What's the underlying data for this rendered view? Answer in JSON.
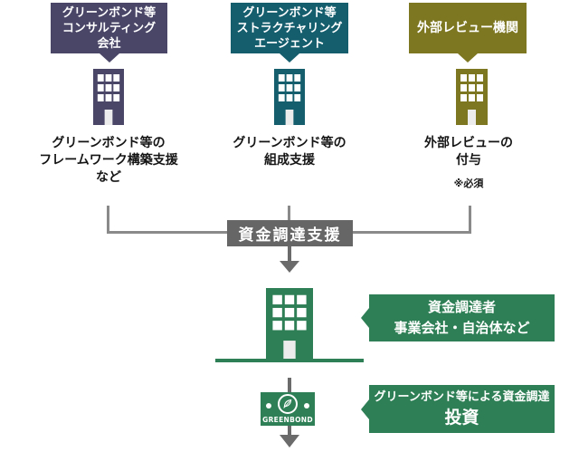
{
  "colors": {
    "consulting_purple": "#4a4668",
    "structuring_teal": "#155e6e",
    "review_olive": "#7d7722",
    "green": "#2e7f55",
    "funding_box_gray": "#666666",
    "connector_gray": "#8a8a8a",
    "arrow_gray": "#6b6b6b"
  },
  "top_entities": [
    {
      "box_lines": [
        "グリーンボンド等",
        "コンサルティング",
        "会社"
      ],
      "service_lines": [
        "グリーンボンド等の",
        "フレームワーク構築支援",
        "など"
      ]
    },
    {
      "box_lines": [
        "グリーンボンド等",
        "ストラクチャリング",
        "エージェント"
      ],
      "service_lines": [
        "グリーンボンド等の",
        "組成支援"
      ]
    },
    {
      "box_lines": [
        "外部レビュー機関"
      ],
      "service_lines": [
        "外部レビューの",
        "付与"
      ],
      "note": "※必須"
    }
  ],
  "flow": {
    "funding_support_label": "資金調達支援",
    "fundraiser": {
      "line1": "資金調達者",
      "line2": "事業会社・自治体など"
    },
    "bond_label": "GREENBOND",
    "investment": {
      "line1": "グリーンボンド等による資金調達",
      "line2": "投資"
    }
  }
}
